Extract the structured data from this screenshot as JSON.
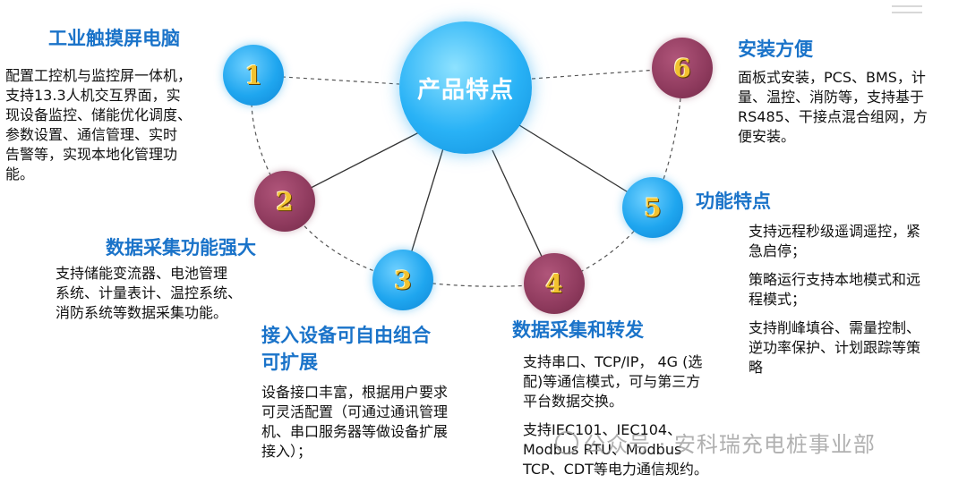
{
  "center": {
    "label": "产品特点"
  },
  "nodes": [
    {
      "number": "1",
      "title": "工业触摸屏电脑",
      "lines": [
        "配置工控机与监控屏一体机，",
        "支持13.3人机交互界面，实",
        "现设备监控、储能优化调度、",
        "参数设置、通信管理、实时",
        "告警等，实现本地化管理功",
        "能。"
      ]
    },
    {
      "number": "2",
      "title": "数据采集功能强大",
      "lines": [
        "支持储能变流器、电池管理",
        "系统、计量表计、温控系统、",
        "消防系统等数据采集功能。"
      ]
    },
    {
      "number": "3",
      "title_lines": [
        "接入设备可自由组合",
        "可扩展"
      ],
      "lines": [
        "设备接口丰富，根据用户要求",
        "可灵活配置（可通过通讯管理",
        "机、串口服务器等做设备扩展",
        "接入）；"
      ]
    },
    {
      "number": "4",
      "title": "数据采集和转发",
      "para1": [
        "支持串口、TCP/IP， 4G (选",
        "配)等通信模式，可与第三方",
        "平台数据交换。"
      ],
      "para2": [
        "支持IEC101、IEC104、",
        "Modbus RTU、Modbus",
        "TCP、CDT等电力通信规约。"
      ]
    },
    {
      "number": "5",
      "title": "功能特点",
      "para1": [
        "支持远程秒级遥调遥控，紧",
        "急启停；"
      ],
      "para2": [
        "策略运行支持本地模式和远",
        "程模式；"
      ],
      "para3": [
        "支持削峰填谷、需量控制、",
        "逆功率保护、计划跟踪等策",
        "略"
      ]
    },
    {
      "number": "6",
      "title": "安装方便",
      "lines": [
        "面板式安装，PCS、BMS，计",
        "量、温控、消防等，支持基于",
        "RS485、干接点混合组网，方",
        "便安装。"
      ]
    }
  ],
  "watermark": "公众号 · 安科瑞充电桩事业部",
  "colors": {
    "title": "#1a73c9",
    "blue_node": "#1fa6ef",
    "maroon_node": "#8e3a5d",
    "number": "#f2c230"
  }
}
